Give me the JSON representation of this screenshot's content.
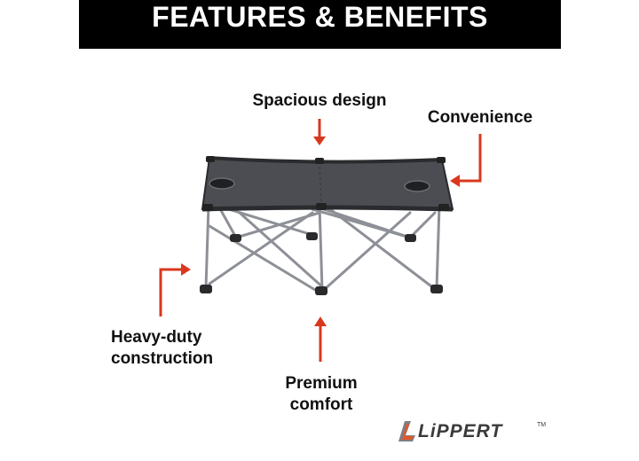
{
  "header": {
    "title": "FEATURES & BENEFITS"
  },
  "callouts": {
    "spacious": "Spacious design",
    "convenience": "Convenience",
    "heavy_line1": "Heavy-duty",
    "heavy_line2": "construction",
    "premium_line1": "Premium",
    "premium_line2": "comfort"
  },
  "logo": {
    "text": "LiPPERT",
    "tm": "TM"
  },
  "colors": {
    "arrow": "#d9381e",
    "header_bg": "#000000",
    "seat_fabric": "#4b4d52",
    "frame": "#8d9096",
    "logo_orange": "#e2572b",
    "logo_gray": "#7d7f82"
  },
  "icons": {
    "arrows": "arrow-icon",
    "logo_mark": "lippert-l-mark-icon"
  }
}
